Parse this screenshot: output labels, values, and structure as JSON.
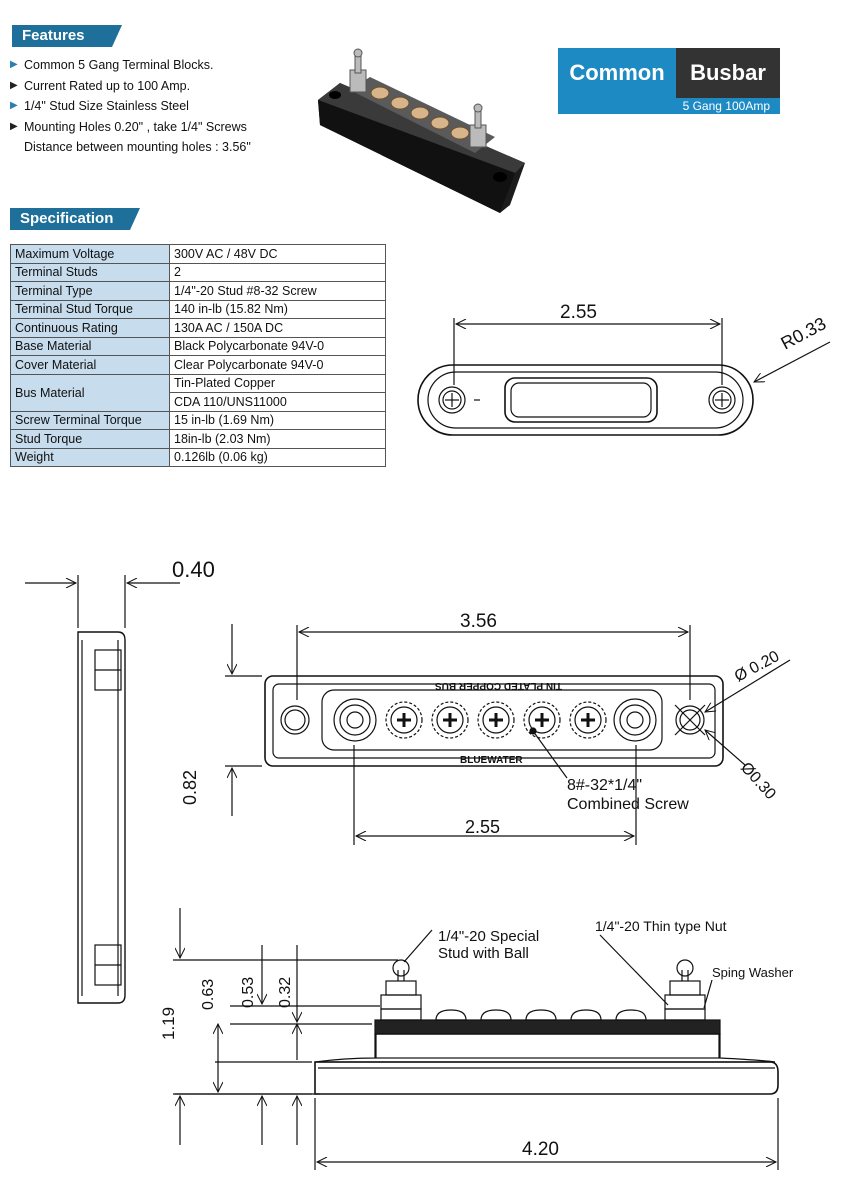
{
  "features": {
    "title": "Features",
    "items": [
      "Common 5 Gang  Terminal Blocks.",
      "Current  Rated up to 100 Amp.",
      "1/4\"  Stud Size Stainless Steel",
      "Mounting Holes 0.20\" , take 1/4\" Screws"
    ],
    "item4_line2": "Distance between mounting holes :  3.56\""
  },
  "badge": {
    "left": "Common",
    "right": "Busbar",
    "sub": "5 Gang 100Amp"
  },
  "spec": {
    "title": "Specification",
    "rows": [
      {
        "k": "Maximum Voltage",
        "v": "300V AC / 48V DC"
      },
      {
        "k": "Terminal Studs",
        "v": "2"
      },
      {
        "k": "Terminal Type",
        "v": "1/4\"-20 Stud  #8-32 Screw"
      },
      {
        "k": "Terminal Stud Torque",
        "v": "140 in-lb (15.82 Nm)"
      },
      {
        "k": "Continuous Rating",
        "v": "130A AC / 150A DC"
      },
      {
        "k": "Base Material",
        "v": "Black Polycarbonate 94V-0"
      },
      {
        "k": "Cover  Material",
        "v": "Clear Polycarbonate 94V-0"
      }
    ],
    "bus_k": "Bus Material",
    "bus_v1": "Tin-Plated Copper",
    "bus_v2": "CDA 110/UNS11000",
    "rows2": [
      {
        "k": "Screw Terminal Torque",
        "v": "15 in-lb (1.69 Nm)"
      },
      {
        "k": "Stud Torque",
        "v": "18in-lb (2.03 Nm)"
      },
      {
        "k": "Weight",
        "v": "0.126lb (0.06 kg)"
      }
    ]
  },
  "drawing": {
    "top_width": "2.55",
    "top_radius": "R0.33",
    "side_thick": "0.40",
    "hole_spacing": "3.56",
    "hole_dia": "Ø 0.20",
    "stud_dia": "Ø0.30",
    "height": "0.82",
    "screw_label1": "8#-32*1/4\"",
    "screw_label2": "Combined Screw",
    "stud_spacing": "2.55",
    "cover_text": "TIN PLATED COPPER BUS",
    "brand_text": "BLUEWATER",
    "stud_label1": "1/4\"-20 Special",
    "stud_label2": "Stud with Ball",
    "nut_label": "1/4\"-20 Thin type Nut",
    "washer_label": "Sping Washer",
    "h_total": "1.19",
    "h1": "0.63",
    "h2": "0.53",
    "h3": "0.32",
    "length": "4.20"
  }
}
